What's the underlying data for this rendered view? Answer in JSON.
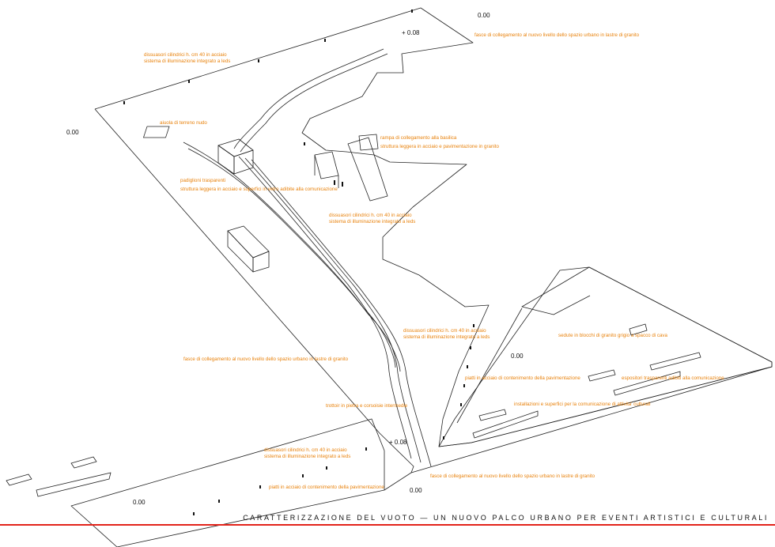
{
  "title": "CARATTERIZZAZIONE DEL VUOTO — UN NUOVO PALCO URBANO PER EVENTI ARTISTICI E CULTURALI",
  "colors": {
    "annotation": "#e8820c",
    "title_rule": "#e2231a",
    "linework": "#222222"
  },
  "levels": [
    {
      "id": "top-right",
      "text": "0.00"
    },
    {
      "id": "upper",
      "text": "+ 0.08"
    },
    {
      "id": "left",
      "text": "0.00"
    },
    {
      "id": "right",
      "text": "0.00"
    },
    {
      "id": "center",
      "text": "+ 0.08"
    },
    {
      "id": "bottom-center",
      "text": "0.00"
    },
    {
      "id": "bottom-left",
      "text": "0.00"
    }
  ],
  "annotations": [
    {
      "id": "fascia-top",
      "lines": [
        "fasce di collegamento al nuovo livello dello spazio urbano in lastre di granito"
      ]
    },
    {
      "id": "dissuasori-top",
      "lines": [
        "dissuasori cilindrici h. cm 40  in acciaio",
        "sistema di illuminazione integrato a leds"
      ]
    },
    {
      "id": "aiuola",
      "lines": [
        "aiuola di terreno nudo"
      ]
    },
    {
      "id": "rampa",
      "lines": [
        "rampa di collegamento alla basilica",
        "struttura leggera in acciaio e pavimentazione in granito"
      ]
    },
    {
      "id": "padiglioni",
      "lines": [
        "padiglioni trasparenti",
        "struttura leggera in acciaio e superfici in vetro adibite alla comunicazione"
      ]
    },
    {
      "id": "dissuasori-mid",
      "lines": [
        "dissuasori cilindrici h. cm 40  in acciaio",
        "sistema di illuminazione integrato a leds"
      ]
    },
    {
      "id": "dissuasori-right",
      "lines": [
        "dissuasori cilindrici h. cm 40  in acciaio",
        "sistema di illuminazione integrato a leds"
      ]
    },
    {
      "id": "sedute",
      "lines": [
        "sedute in blocchi di granito grigio a spacco di cava"
      ]
    },
    {
      "id": "fascia-left",
      "lines": [
        "fasce di collegamento al nuovo livello dello spazio urbano in lastre di granito"
      ]
    },
    {
      "id": "piatti-right",
      "lines": [
        "piatti in acciaio di contenimento della pavimentazione"
      ]
    },
    {
      "id": "espositori",
      "lines": [
        "espositori trasparenti adibiti alla comunicazione"
      ]
    },
    {
      "id": "installazioni",
      "lines": [
        "installazioni e superfici per la comunicazione di attivita' culturali"
      ]
    },
    {
      "id": "trottoir",
      "lines": [
        "trottoir in pietra e corsoisie intermedie"
      ]
    },
    {
      "id": "dissuasori-bottom",
      "lines": [
        "dissuasori cilindrici h. cm 40  in acciaio",
        "sistema di illuminazione integrato a leds"
      ]
    },
    {
      "id": "fascia-bottom",
      "lines": [
        "fasce di collegamento al nuovo livello dello spazio urbano in lastre di granito"
      ]
    },
    {
      "id": "piatti-bottom",
      "lines": [
        "piatti in acciaio di contenimento della pavimentazione"
      ]
    }
  ]
}
